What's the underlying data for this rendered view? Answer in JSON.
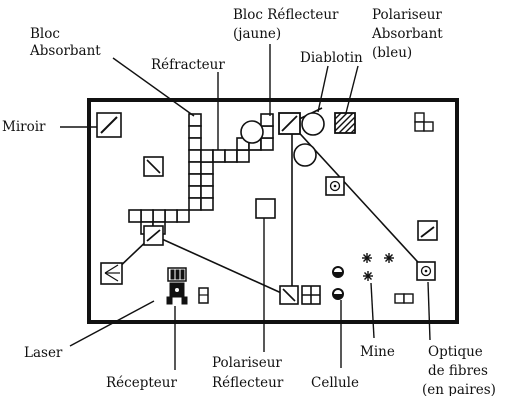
{
  "labels": {
    "bloc_absorbant": [
      "Bloc",
      "Absorbant"
    ],
    "refracteur": "Réfracteur",
    "bloc_reflecteur": [
      "Bloc Réflecteur",
      "(jaune)"
    ],
    "diablotin": "Diablotin",
    "polariseur_absorbant": [
      "Polariseur",
      "Absorbant",
      "(bleu)"
    ],
    "miroir": "Miroir",
    "laser": "Laser",
    "recepteur": "Récepteur",
    "polariseur_reflecteur": [
      "Polariseur",
      "Réflecteur"
    ],
    "cellule": "Cellule",
    "mine": "Mine",
    "optique_de_fibres": [
      "Optique",
      "de fibres",
      "(en paires)"
    ]
  },
  "colors": {
    "ink": "#111111",
    "paper": "#ffffff"
  }
}
